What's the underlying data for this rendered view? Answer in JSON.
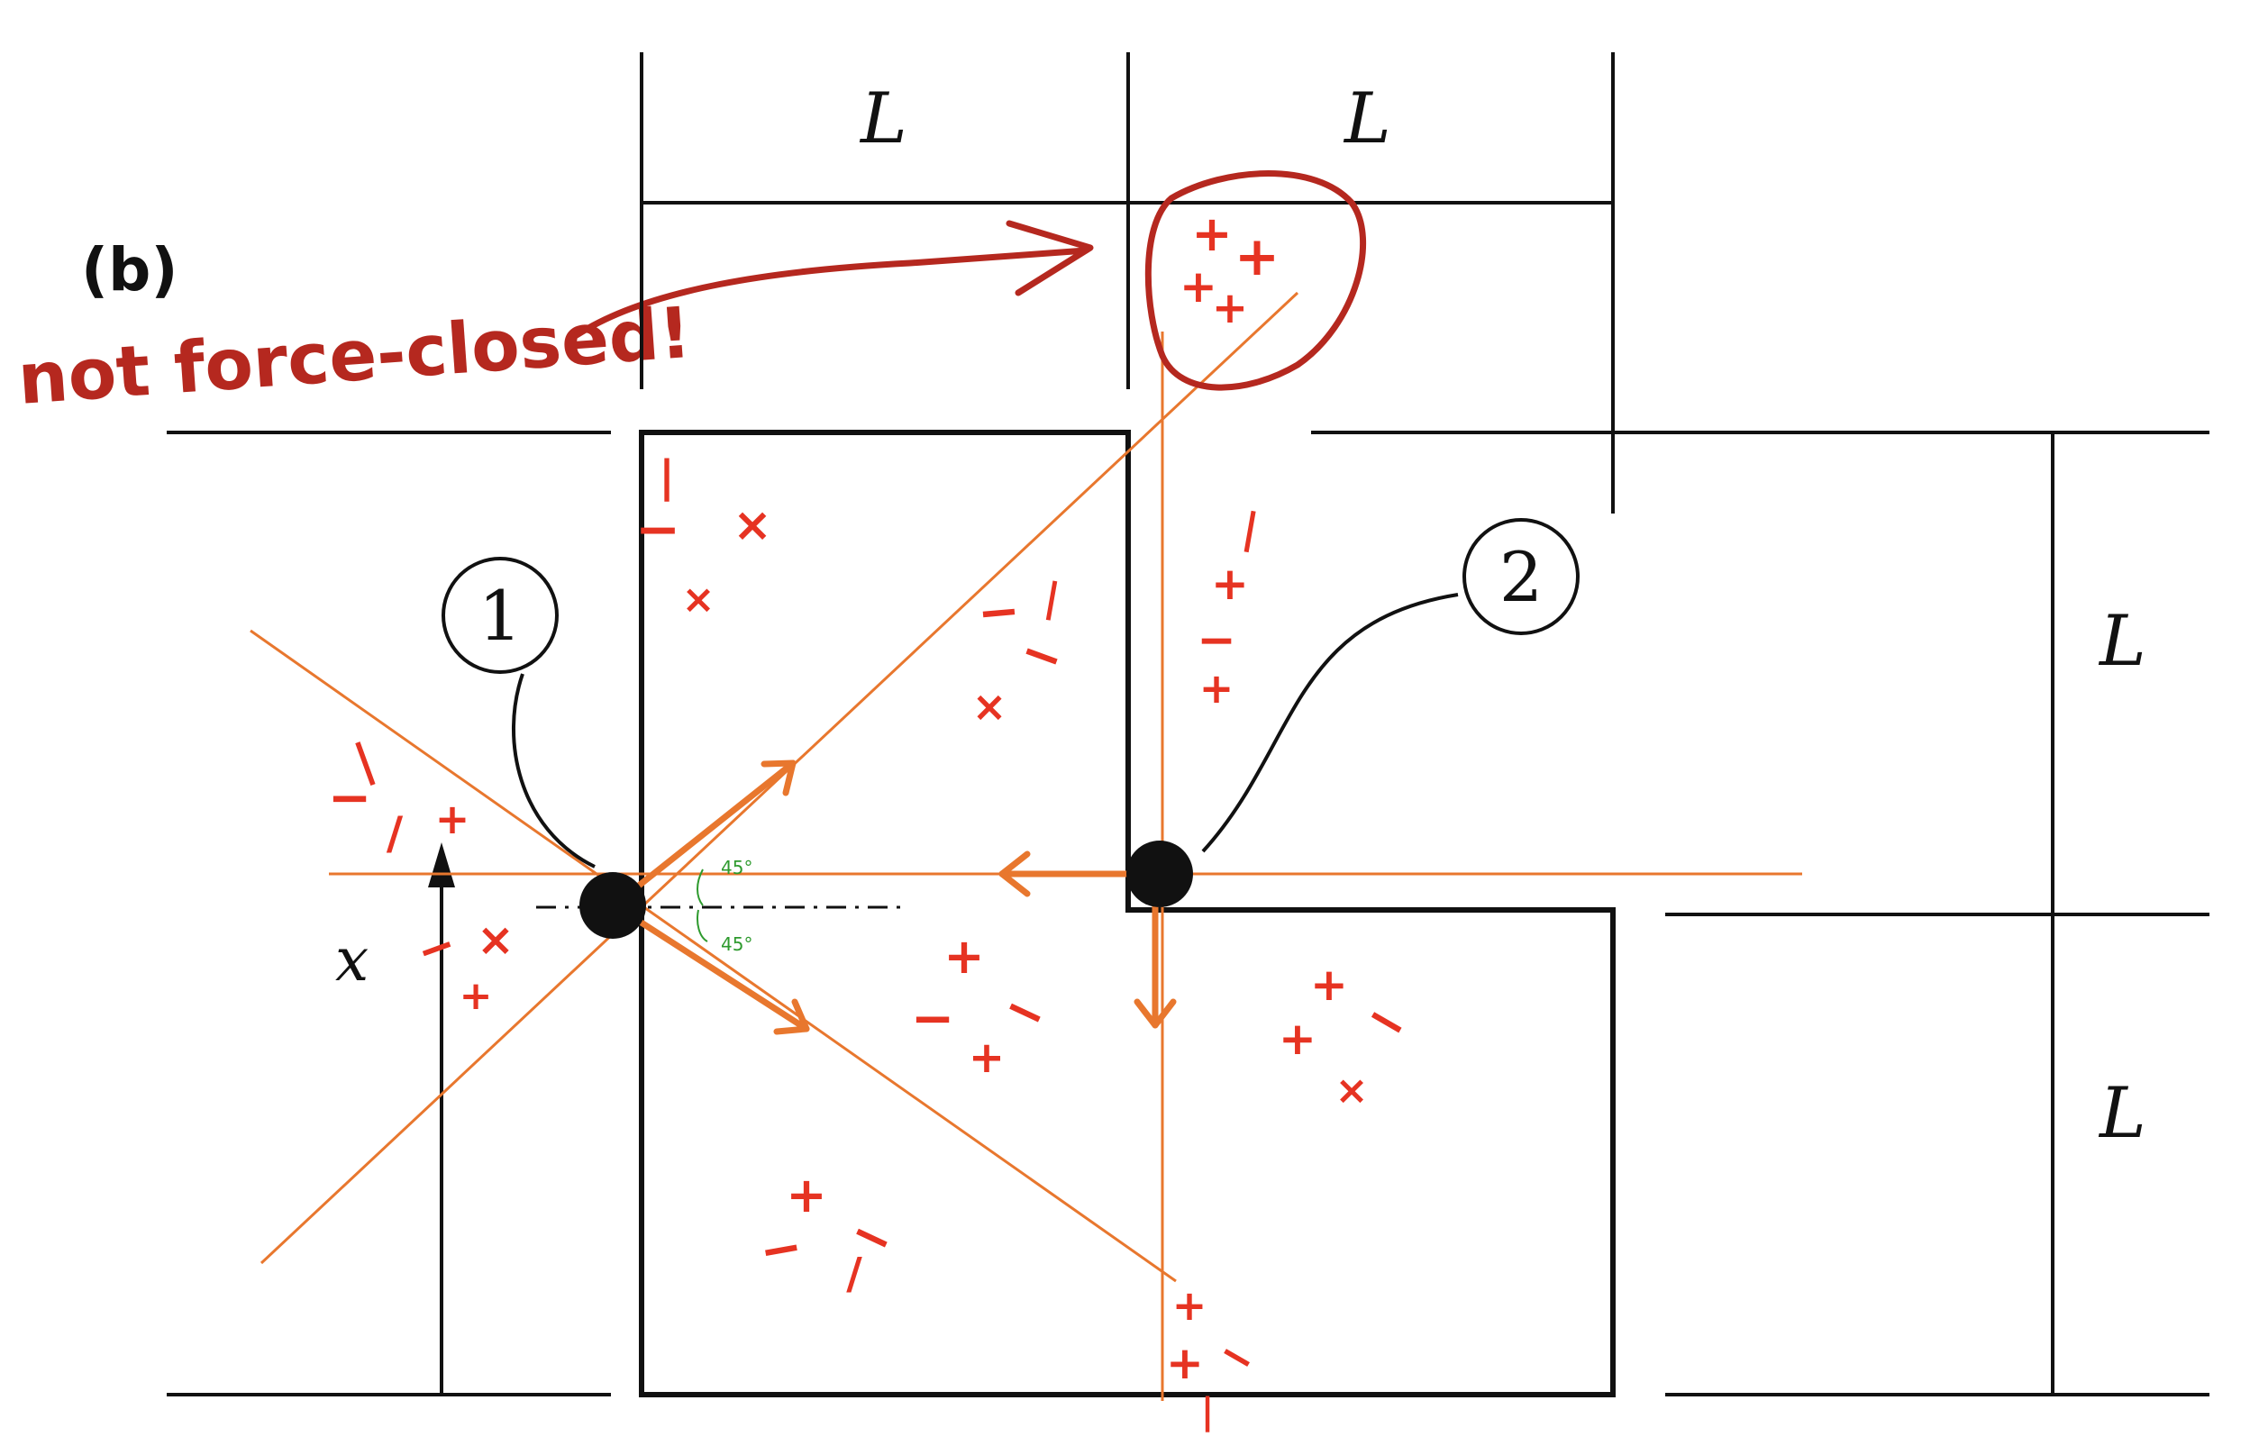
{
  "figure": {
    "panel_label": "(b)",
    "annotation": "not force-closed!",
    "dimension_labels": {
      "top_left": "L",
      "top_right": "L",
      "right_upper": "L",
      "right_lower": "L"
    },
    "axis_variable": "x",
    "contact_labels": {
      "contact_1": "1",
      "contact_2": "2"
    },
    "angle_labels": {
      "upper": "45°",
      "lower": "45°"
    },
    "colors": {
      "outline": "#111111",
      "force_lines": "#e8772e",
      "sign_marks": "#e63322",
      "annotation": "#b5281f",
      "angle_marks": "#2e9a2e"
    }
  }
}
